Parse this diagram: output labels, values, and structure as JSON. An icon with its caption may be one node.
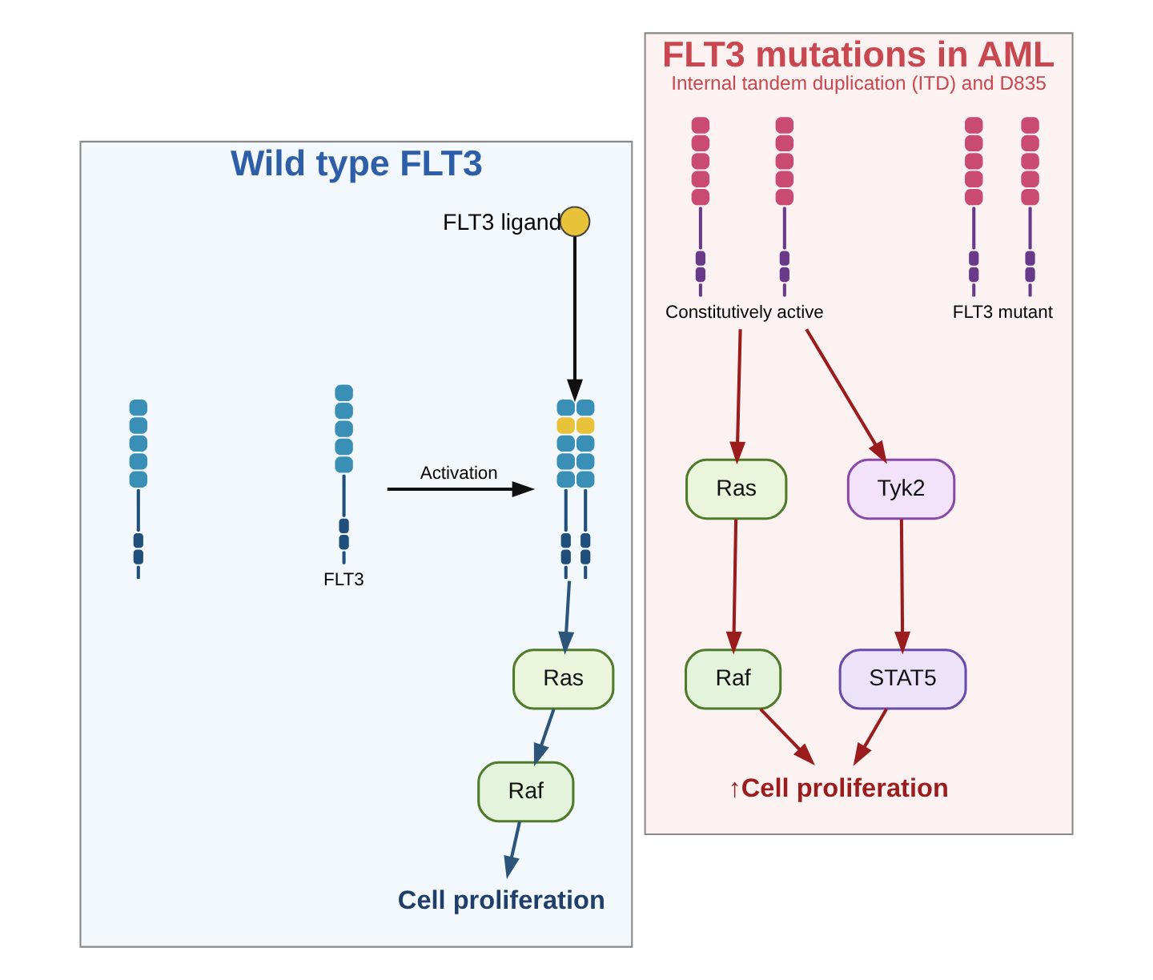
{
  "diagram": {
    "nodes": [
      {
        "text": [
          "Wild type FLT3"
        ]
      },
      {
        "text": [],
        "shape": "picture",
        "in": 0
      },
      {
        "text": [],
        "shape": "picture",
        "in": 0,
        "beside": [
          "FLT3"
        ]
      },
      {
        "text": [],
        "shape": "circle",
        "in": 0,
        "beside": [
          "FLT3 ligand"
        ]
      },
      {
        "text": [],
        "shape": "picture",
        "in": 0
      },
      {
        "text": [
          "Ras"
        ],
        "in": 0
      },
      {
        "text": [
          "Raf"
        ],
        "in": 0
      },
      {
        "text": [
          "Cell proliferation"
        ],
        "in": 0
      },
      {
        "text": [
          "FLT3 mutations in AML",
          "Internal tandem duplication (ITD) and D835"
        ]
      },
      {
        "text": [],
        "shape": "picture",
        "in": 8,
        "beside": [
          "Constitutively active"
        ]
      },
      {
        "text": [],
        "shape": "picture",
        "in": 8,
        "beside": [
          "FLT3 mutant"
        ]
      },
      {
        "text": [
          "Ras"
        ],
        "in": 8
      },
      {
        "text": [
          "Tyk2"
        ],
        "in": 8
      },
      {
        "text": [
          "Raf"
        ],
        "in": 8
      },
      {
        "text": [
          "STAT5"
        ],
        "in": 8
      },
      {
        "text": [
          "↑Cell proliferation"
        ],
        "in": 8
      }
    ],
    "edges": [
      {
        "from": 2,
        "to": 4,
        "arrow": "to",
        "label": "Activation",
        "color": "#111111"
      },
      {
        "from": 3,
        "to": 4,
        "arrow": "to",
        "color": "#111111"
      },
      {
        "from": 4,
        "to": 5,
        "arrow": "to",
        "color": "#2d5479"
      },
      {
        "from": 5,
        "to": 6,
        "arrow": "to",
        "color": "#2d5479"
      },
      {
        "from": 6,
        "to": 7,
        "arrow": "to",
        "color": "#2d5479"
      },
      {
        "from": 9,
        "to": 11,
        "arrow": "to",
        "color": "#9b1c1c"
      },
      {
        "from": 9,
        "to": 12,
        "arrow": "to",
        "color": "#9b1c1c"
      },
      {
        "from": 11,
        "to": 13,
        "arrow": "to",
        "color": "#9b1c1c"
      },
      {
        "from": 12,
        "to": 14,
        "arrow": "to",
        "color": "#9b1c1c"
      },
      {
        "from": 13,
        "to": 15,
        "arrow": "to",
        "color": "#9b1c1c"
      },
      {
        "from": 14,
        "to": 15,
        "arrow": "to",
        "color": "#9b1c1c"
      }
    ]
  }
}
